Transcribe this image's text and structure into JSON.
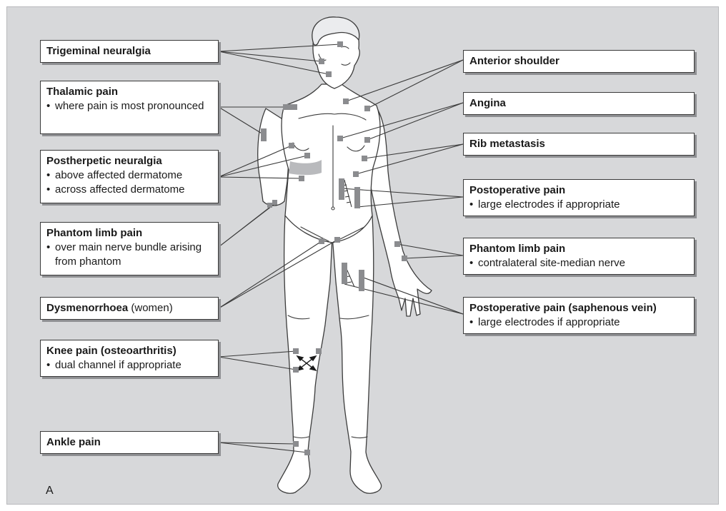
{
  "figure": {
    "panel_letter": "A",
    "colors": {
      "background": "#d7d8da",
      "body_fill": "#ffffff",
      "outline": "#3c3c3c",
      "electrode": "#8b8c8f",
      "band": "#b9babd"
    },
    "labels": {
      "trigeminal": {
        "title": "Trigeminal neuralgia"
      },
      "thalamic": {
        "title": "Thalamic pain",
        "bullets": [
          "where pain is most pronounced"
        ]
      },
      "postherpetic": {
        "title": "Postherpetic neuralgia",
        "bullets": [
          "above affected dermatome",
          "across affected dermatome"
        ]
      },
      "phantom_left": {
        "title": "Phantom limb pain",
        "bullets": [
          "over main nerve bundle arising from phantom"
        ]
      },
      "dysmenorrhoea": {
        "title": "Dysmenorrhoea",
        "note": " (women)"
      },
      "knee": {
        "title": "Knee pain (osteoarthritis)",
        "bullets": [
          "dual channel if appropriate"
        ]
      },
      "ankle": {
        "title": "Ankle pain"
      },
      "anterior_shoulder": {
        "title": "Anterior shoulder"
      },
      "angina": {
        "title": "Angina"
      },
      "rib": {
        "title": "Rib metastasis"
      },
      "postop": {
        "title": "Postoperative pain",
        "bullets": [
          "large electrodes if appropriate"
        ]
      },
      "phantom_right": {
        "title": "Phantom limb pain",
        "bullets": [
          "contralateral site-median nerve"
        ]
      },
      "postop_saphenous": {
        "title": "Postoperative pain (saphenous vein)",
        "bullets": [
          "large electrodes if appropriate"
        ]
      }
    }
  }
}
